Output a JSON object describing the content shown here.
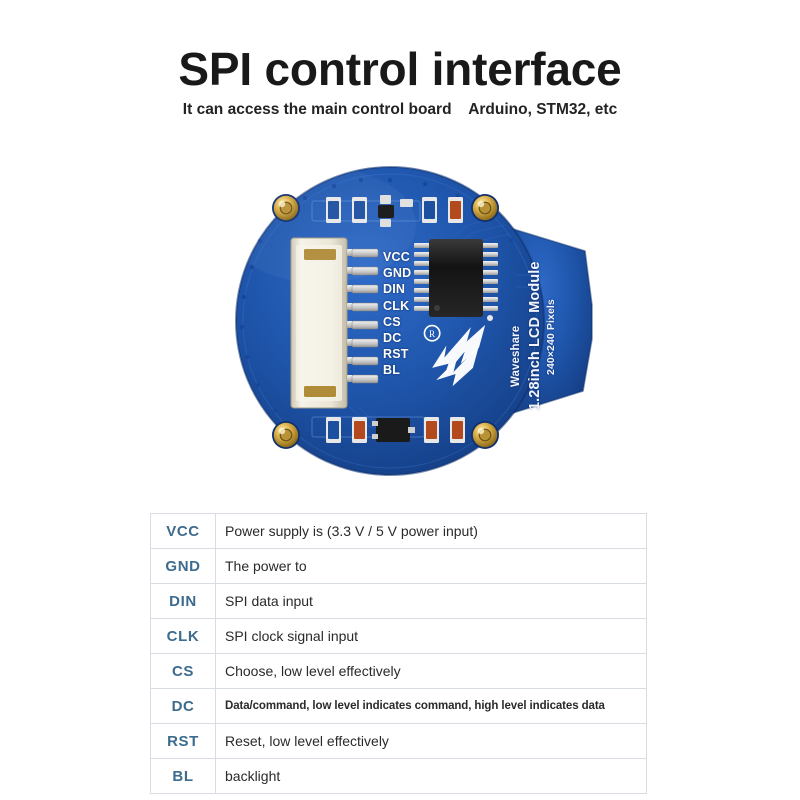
{
  "header": {
    "title": "SPI control interface",
    "subtitle": "It can access the main control board    Arduino, STM32, etc"
  },
  "board": {
    "silkscreen": {
      "brand": "Waveshare",
      "model": "1.28inch LCD Module",
      "resolution": "240×240 Pixels"
    },
    "pin_labels": [
      "VCC",
      "GND",
      "DIN",
      "CLK",
      "CS",
      "DC",
      "RST",
      "BL"
    ],
    "colors": {
      "pcb": "#1b4ea2",
      "pcb_dark": "#143c80",
      "pcb_light": "#2b66c4",
      "gold": "#d9ae45",
      "connector": "#f0ece0",
      "chip": "#1a1a1a",
      "silk": "#f2f5ff"
    }
  },
  "pin_table": {
    "rows": [
      {
        "name": "VCC",
        "desc": "Power supply is (3.3 V / 5 V power input)",
        "dense": false
      },
      {
        "name": "GND",
        "desc": "The power to",
        "dense": false
      },
      {
        "name": "DIN",
        "desc": "SPI data input",
        "dense": false
      },
      {
        "name": "CLK",
        "desc": "SPI clock signal input",
        "dense": false
      },
      {
        "name": "CS",
        "desc": "Choose, low level effectively",
        "dense": false
      },
      {
        "name": "DC",
        "desc": "Data/command, low level indicates command, high level indicates data",
        "dense": true
      },
      {
        "name": "RST",
        "desc": "Reset, low level effectively",
        "dense": false
      },
      {
        "name": "BL",
        "desc": "backlight",
        "dense": false
      }
    ],
    "label_color": "#3d6b8e",
    "border_color": "#d7dde3"
  }
}
